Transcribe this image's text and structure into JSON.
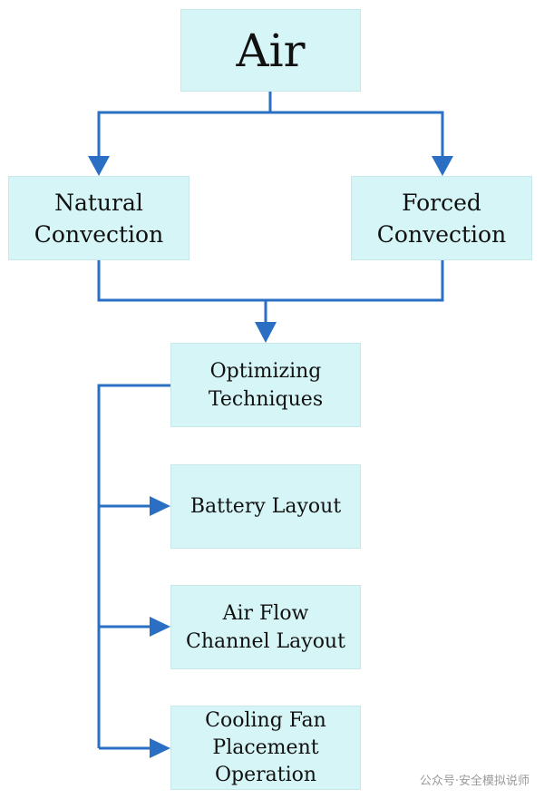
{
  "diagram": {
    "root": {
      "label": "Air"
    },
    "branches": [
      {
        "label": "Natural\nConvection"
      },
      {
        "label": "Forced\nConvection"
      }
    ],
    "merge": {
      "label": "Optimizing\nTechniques"
    },
    "techniques": [
      {
        "label": "Battery Layout"
      },
      {
        "label": "Air Flow\nChannel Layout"
      },
      {
        "label": "Cooling Fan\nPlacement\nOperation"
      }
    ],
    "colors": {
      "box_fill": "#d5f5f7",
      "connector": "#2a6fc4"
    }
  },
  "watermark": "公众号·安全模拟说师"
}
